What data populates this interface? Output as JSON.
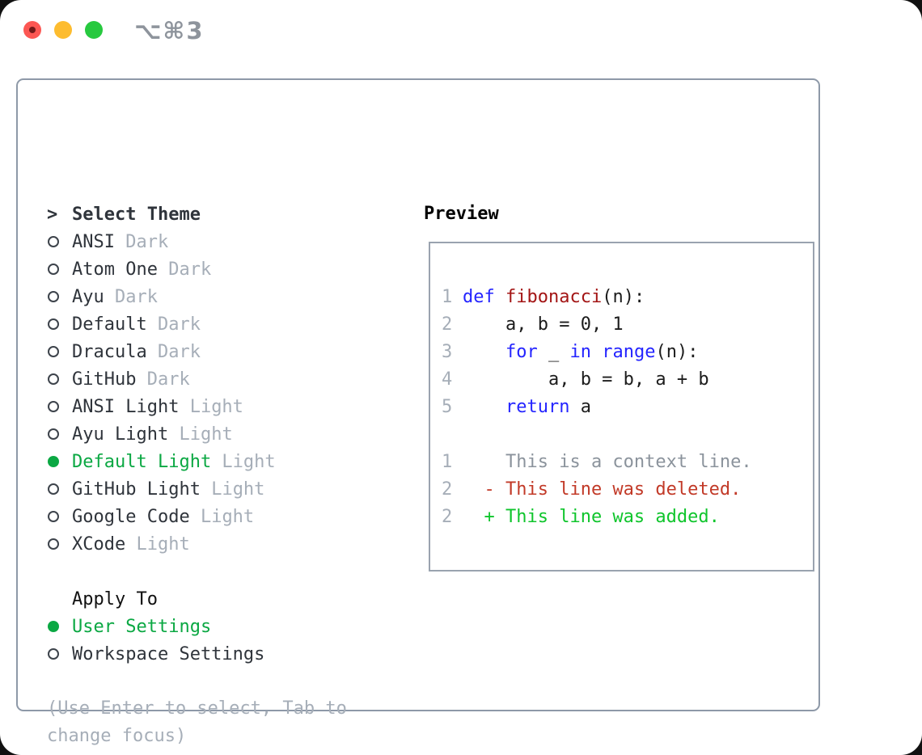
{
  "titlebar": {
    "shortcut": "⌥⌘3"
  },
  "theme_picker": {
    "cursor": ">",
    "title": "Select Theme",
    "items": [
      {
        "label": "ANSI",
        "tag": "Dark",
        "selected": false
      },
      {
        "label": "Atom One",
        "tag": "Dark",
        "selected": false
      },
      {
        "label": "Ayu",
        "tag": "Dark",
        "selected": false
      },
      {
        "label": "Default",
        "tag": "Dark",
        "selected": false
      },
      {
        "label": "Dracula",
        "tag": "Dark",
        "selected": false
      },
      {
        "label": "GitHub",
        "tag": "Dark",
        "selected": false
      },
      {
        "label": "ANSI Light",
        "tag": "Light",
        "selected": false
      },
      {
        "label": "Ayu Light",
        "tag": "Light",
        "selected": false
      },
      {
        "label": "Default Light",
        "tag": "Light",
        "selected": true
      },
      {
        "label": "GitHub Light",
        "tag": "Light",
        "selected": false
      },
      {
        "label": "Google Code",
        "tag": "Light",
        "selected": false
      },
      {
        "label": "XCode",
        "tag": "Light",
        "selected": false
      }
    ],
    "apply_to": {
      "title": "Apply To",
      "options": [
        {
          "label": "User Settings",
          "selected": true
        },
        {
          "label": "Workspace Settings",
          "selected": false
        }
      ]
    },
    "hint": "(Use Enter to select, Tab to change focus)"
  },
  "preview": {
    "title": "Preview",
    "code_lines": [
      {
        "num": "1",
        "segments": [
          {
            "t": "def",
            "s": "kw"
          },
          {
            "t": " ",
            "s": "pl"
          },
          {
            "t": "fibonacci",
            "s": "fn"
          },
          {
            "t": "(n):",
            "s": "pl"
          }
        ]
      },
      {
        "num": "2",
        "segments": [
          {
            "t": "    a, b = 0, 1",
            "s": "pl"
          }
        ]
      },
      {
        "num": "3",
        "segments": [
          {
            "t": "    ",
            "s": "pl"
          },
          {
            "t": "for",
            "s": "kw"
          },
          {
            "t": " _ ",
            "s": "pl"
          },
          {
            "t": "in",
            "s": "kw"
          },
          {
            "t": " ",
            "s": "pl"
          },
          {
            "t": "range",
            "s": "kw"
          },
          {
            "t": "(n):",
            "s": "pl"
          }
        ]
      },
      {
        "num": "4",
        "segments": [
          {
            "t": "        a, b = b, a + b",
            "s": "pl"
          }
        ]
      },
      {
        "num": "5",
        "segments": [
          {
            "t": "    ",
            "s": "pl"
          },
          {
            "t": "return",
            "s": "kw"
          },
          {
            "t": " a",
            "s": "pl"
          }
        ]
      }
    ],
    "diff_lines": [
      {
        "num": "1",
        "text": "    This is a context line.",
        "type": "context"
      },
      {
        "num": "2",
        "text": "  - This line was deleted.",
        "type": "deleted"
      },
      {
        "num": "2",
        "text": "  + This line was added.",
        "type": "added"
      }
    ]
  },
  "colors": {
    "text_dark": "#2f343b",
    "tag_gray": "#a6aeb8",
    "hint_gray": "#a6aeb8",
    "line_number_gray": "#a6aeb8",
    "select_green": "#0ba843",
    "keyword_blue": "#2424ff",
    "function_red": "#a31515",
    "code_black": "#1c1c1c",
    "context_gray": "#8b939c",
    "deleted_red": "#c23a28",
    "added_green": "#0fc52c",
    "panel_border": "#8e99a8",
    "box_border": "#9aa3af",
    "traffic_red": "#fc5753",
    "traffic_red_dot": "#731a19",
    "traffic_yellow": "#fdbc2f",
    "traffic_green": "#27c93f",
    "shortcut_gray": "#8e949c"
  }
}
